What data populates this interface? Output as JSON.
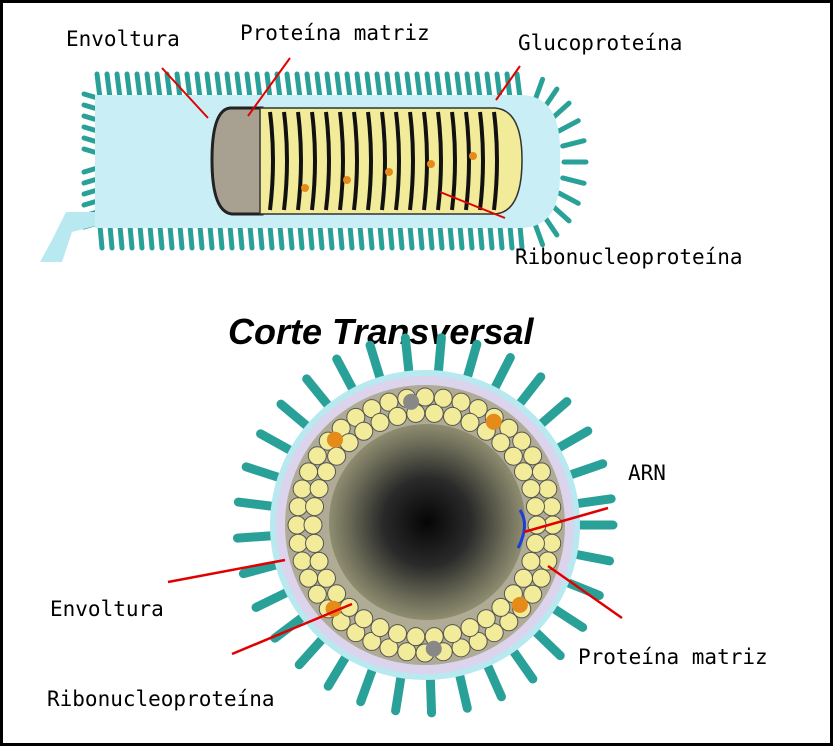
{
  "diagram": {
    "top_labels": {
      "envelope": "Envoltura",
      "matrix_protein": "Proteína matriz",
      "glycoprotein": "Glucoproteína",
      "ribonucleoprotein": "Ribonucleoproteína"
    },
    "section_title": "Corte Transversal",
    "cross_labels": {
      "rna": "ARN",
      "envelope": "Envoltura",
      "matrix_protein": "Proteína matriz",
      "ribonucleoprotein": "Ribonucleoproteína"
    },
    "colors": {
      "spikes": "#2aa198",
      "envelope_membrane": "#b8e8f0",
      "matrix": "#a8a090",
      "ribonucleoprotein": "#f2eb9a",
      "leader_lines": "#e00000",
      "rna": "#1a3fd6",
      "core_dark": "#101010"
    }
  }
}
